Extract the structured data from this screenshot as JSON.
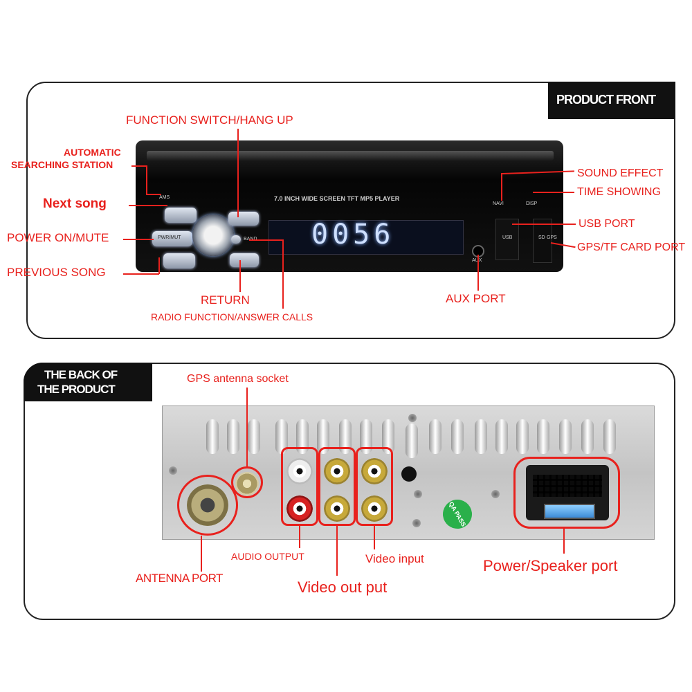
{
  "front": {
    "header": "PRODUCT FRONT",
    "labels": {
      "function_switch": "FUNCTION SWITCH/HANG UP",
      "auto_search_1": "AUTOMATIC",
      "auto_search_2": "SEARCHING STATION",
      "next_song": "Next song",
      "power_mute": "POWER ON/MUTE",
      "previous_song": "PREVIOUS SONG",
      "return": "RETURN",
      "radio_answer": "RADIO FUNCTION/ANSWER CALLS",
      "aux_port": "AUX PORT",
      "sound_effect": "SOUND EFFECT",
      "time_showing": "TIME SHOWING",
      "usb_port": "USB PORT",
      "gps_tf": "GPS/TF CARD PORT"
    },
    "device": {
      "screen_caption": "7.0 INCH WIDE SCREEN TFT  MP5  PLAYER",
      "lcd_text": "0056",
      "ams": "AMS",
      "band": "BAND",
      "pwr": "PWR/MUT",
      "navi": "NAVI",
      "disp": "DISP",
      "usb": "USB",
      "aux": "AUX",
      "sd": "SD",
      "gps": "GPS"
    }
  },
  "back": {
    "header_1": "THE BACK OF",
    "header_2": "THE PRODUCT",
    "labels": {
      "gps_antenna": "GPS antenna socket",
      "audio_output": "AUDIO OUTPUT",
      "video_input": "Video input",
      "power_speaker": "Power/Speaker  port",
      "antenna_port": "ANTENNA PORT",
      "video_out": "Video out put"
    },
    "qa": "QA PASS"
  },
  "colors": {
    "accent": "#e8211d",
    "header_bg": "#111111"
  }
}
